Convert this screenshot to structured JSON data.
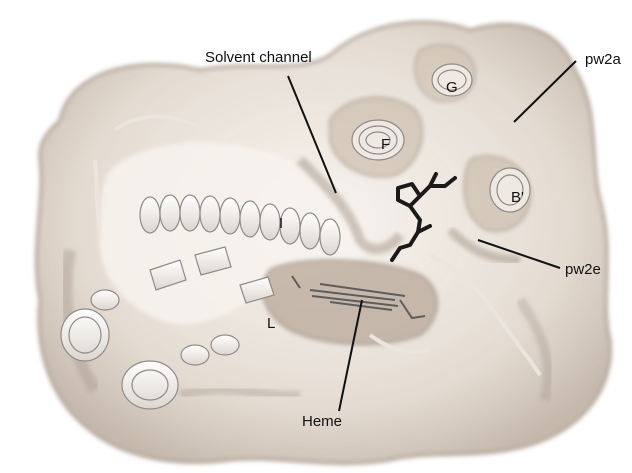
{
  "labels": {
    "solvent_channel": "Solvent channel",
    "pw2a": "pw2a",
    "pw2e": "pw2e",
    "heme": "Heme",
    "helix_g": "G",
    "helix_f": "F",
    "helix_b_prime": "B'",
    "helix_i": "I",
    "helix_l": "L"
  },
  "colors": {
    "surface": "#d8cbbd",
    "surface_shadow": "#a99a8b",
    "ribbon": "#f4f1ee",
    "ribbon_edge": "#8f8a85",
    "ligand": "#1a1a1a",
    "heme": "#6e6e6e",
    "leader_line": "#111111"
  }
}
